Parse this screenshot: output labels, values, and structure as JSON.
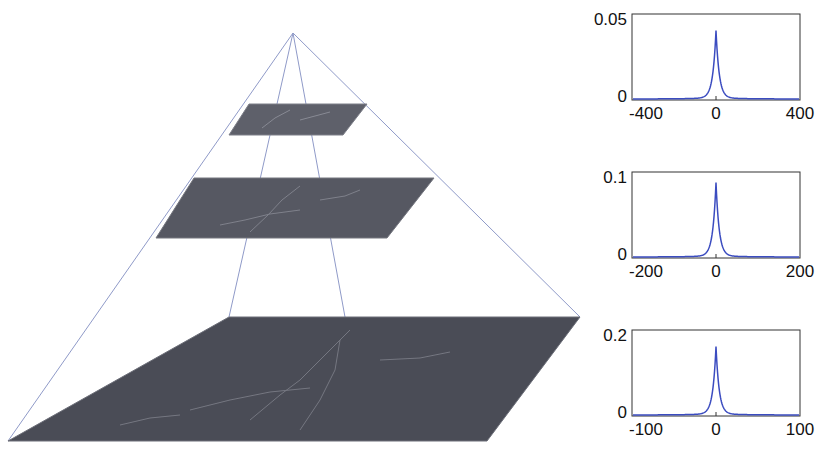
{
  "diagram": {
    "labels": [
      "0.05",
      "0",
      "-400",
      "0",
      "400",
      "0.1",
      "0",
      "-200",
      "0",
      "200",
      "0.2",
      "0",
      "-100",
      "0",
      "100"
    ]
  }
}
